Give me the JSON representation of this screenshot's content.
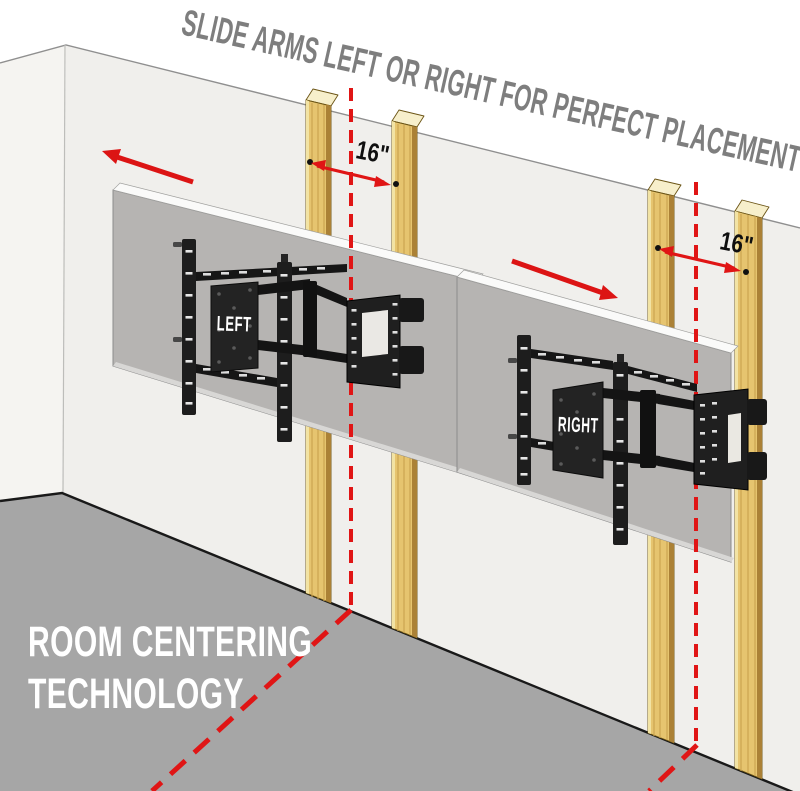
{
  "scene": {
    "headline": "SLIDE ARMS LEFT OR RIGHT FOR PERFECT PLACEMENT",
    "footer": {
      "line1": "ROOM CENTERING",
      "line2": "TECHNOLOGY"
    },
    "mounts": {
      "left_label": "LEFT",
      "right_label": "RIGHT"
    },
    "dimensions": {
      "left_spacing": "16\"",
      "right_spacing": "16\""
    },
    "colors": {
      "red": "#e01515",
      "headline_gray": "#7e7e7e",
      "floor": "#a6a6a6",
      "wall": "#f0efec",
      "wall_side": "#f5f4f1",
      "wood": "#e6c46f",
      "wood_shadow": "#ab8136",
      "wood_light": "#f2e3a4",
      "wood_cap": "#f7efcb",
      "tv_gray": "#b6b4b2",
      "mount_black": "#1f1f1f",
      "label_white": "#ffffff",
      "dim_black": "#111111"
    }
  }
}
